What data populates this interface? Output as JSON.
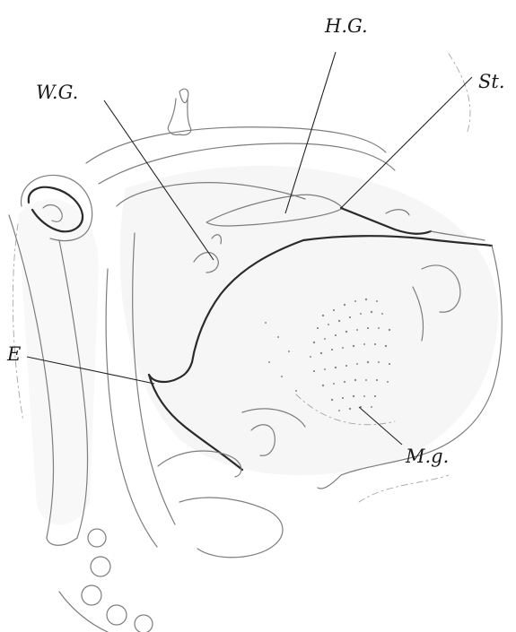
{
  "figure": {
    "labels": {
      "hg": "H.G.",
      "wg": "W.G.",
      "st": "St.",
      "e": "E",
      "mg": "M.g."
    }
  }
}
